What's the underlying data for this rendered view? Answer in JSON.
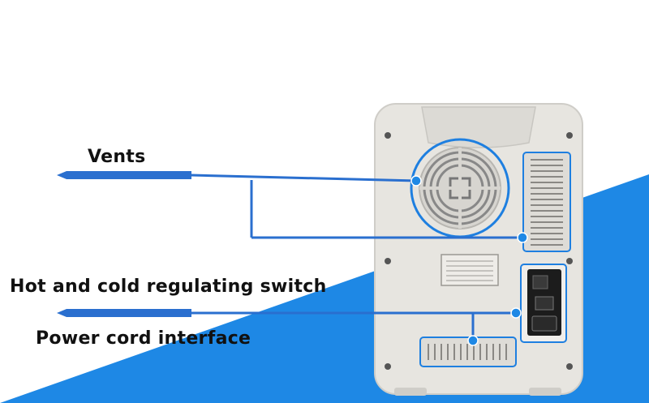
{
  "annotations": {
    "vents": "Vents",
    "switch": "Hot and cold regulating switch",
    "power": "Power cord interface"
  },
  "colors": {
    "background": "#ffffff",
    "backdrop_blue": "#1e88e5",
    "pointer_line": "#2a6fcf",
    "device_body": "#e8e6e1",
    "device_shadow": "#c9c7c2"
  }
}
